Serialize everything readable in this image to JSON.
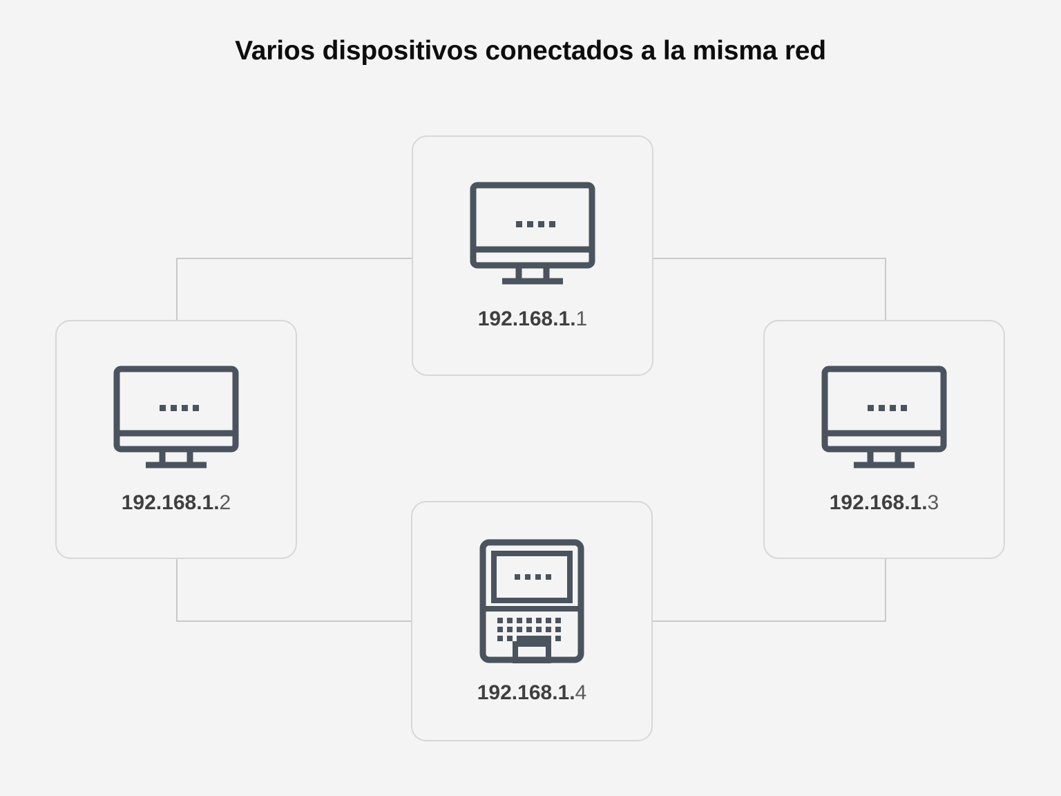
{
  "page": {
    "title": "Varios dispositivos conectados a la misma red",
    "background_color": "#f4f4f4",
    "icon_stroke_color": "#4a535e",
    "card_border_color": "#d7d7d7",
    "connector_color": "#c9c9c9",
    "label_color": "#3f3f3f"
  },
  "devices": [
    {
      "position": "top",
      "icon": "desktop-monitor-icon",
      "ip_prefix": "192.168.1.",
      "ip_host": "1",
      "ip_full": "192.168.1.1"
    },
    {
      "position": "left",
      "icon": "desktop-monitor-icon",
      "ip_prefix": "192.168.1.",
      "ip_host": "2",
      "ip_full": "192.168.1.2"
    },
    {
      "position": "right",
      "icon": "desktop-monitor-icon",
      "ip_prefix": "192.168.1.",
      "ip_host": "3",
      "ip_full": "192.168.1.3"
    },
    {
      "position": "bottom",
      "icon": "laptop-icon",
      "ip_prefix": "192.168.1.",
      "ip_host": "4",
      "ip_full": "192.168.1.4"
    }
  ]
}
